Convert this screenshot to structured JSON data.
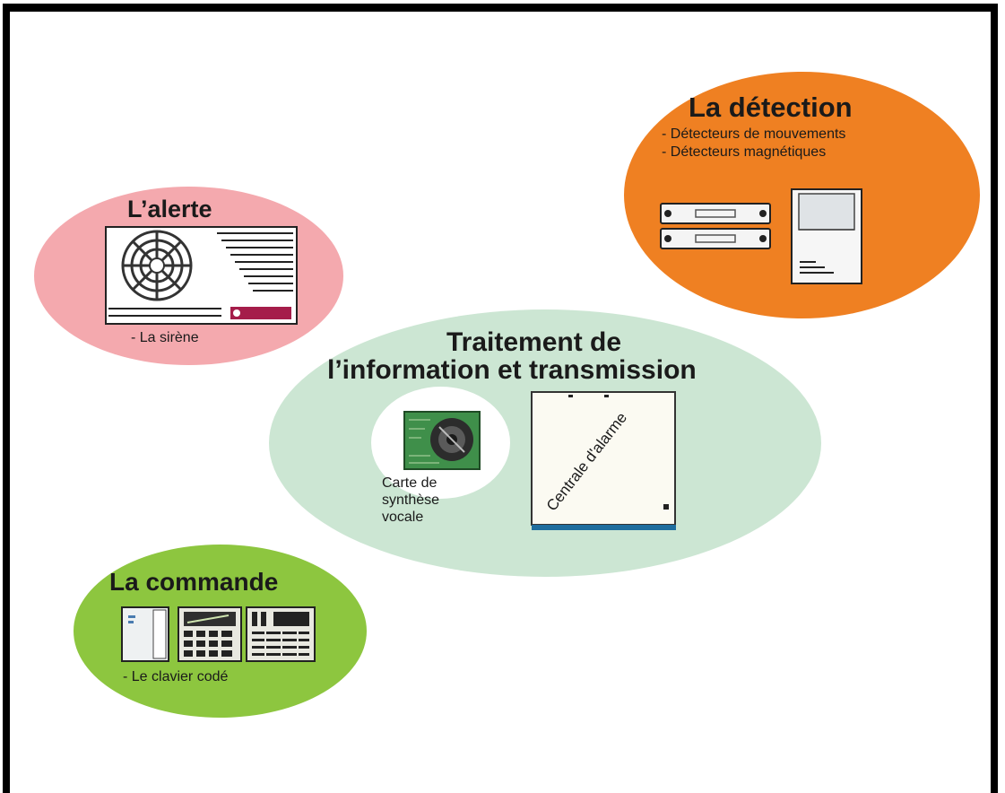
{
  "alerte": {
    "title": "L’alerte",
    "item": "- La sirène"
  },
  "detection": {
    "title": "La détection",
    "items": [
      "- Détecteurs de mouvements",
      "- Détecteurs magnétiques"
    ]
  },
  "traitement": {
    "title_line1": "Traitement de",
    "title_line2": "l’information et transmission",
    "card_label": [
      "Carte de",
      "synthèse",
      "vocale"
    ],
    "central_label": "Centrale d'alarme"
  },
  "commande": {
    "title": "La commande",
    "item": "- Le clavier codé"
  },
  "colors": {
    "alerte": "#f4a9ae",
    "detection": "#ef8022",
    "traitement": "#cce6d3",
    "card_circle": "#ffffff",
    "commande": "#8dc63f",
    "central_base": "#1e6d9e"
  },
  "icons": [
    "siren-icon",
    "motion-detector-icon",
    "magnetic-detector-icon",
    "voice-card-icon",
    "alarm-panel-icon",
    "keypad-icon"
  ]
}
